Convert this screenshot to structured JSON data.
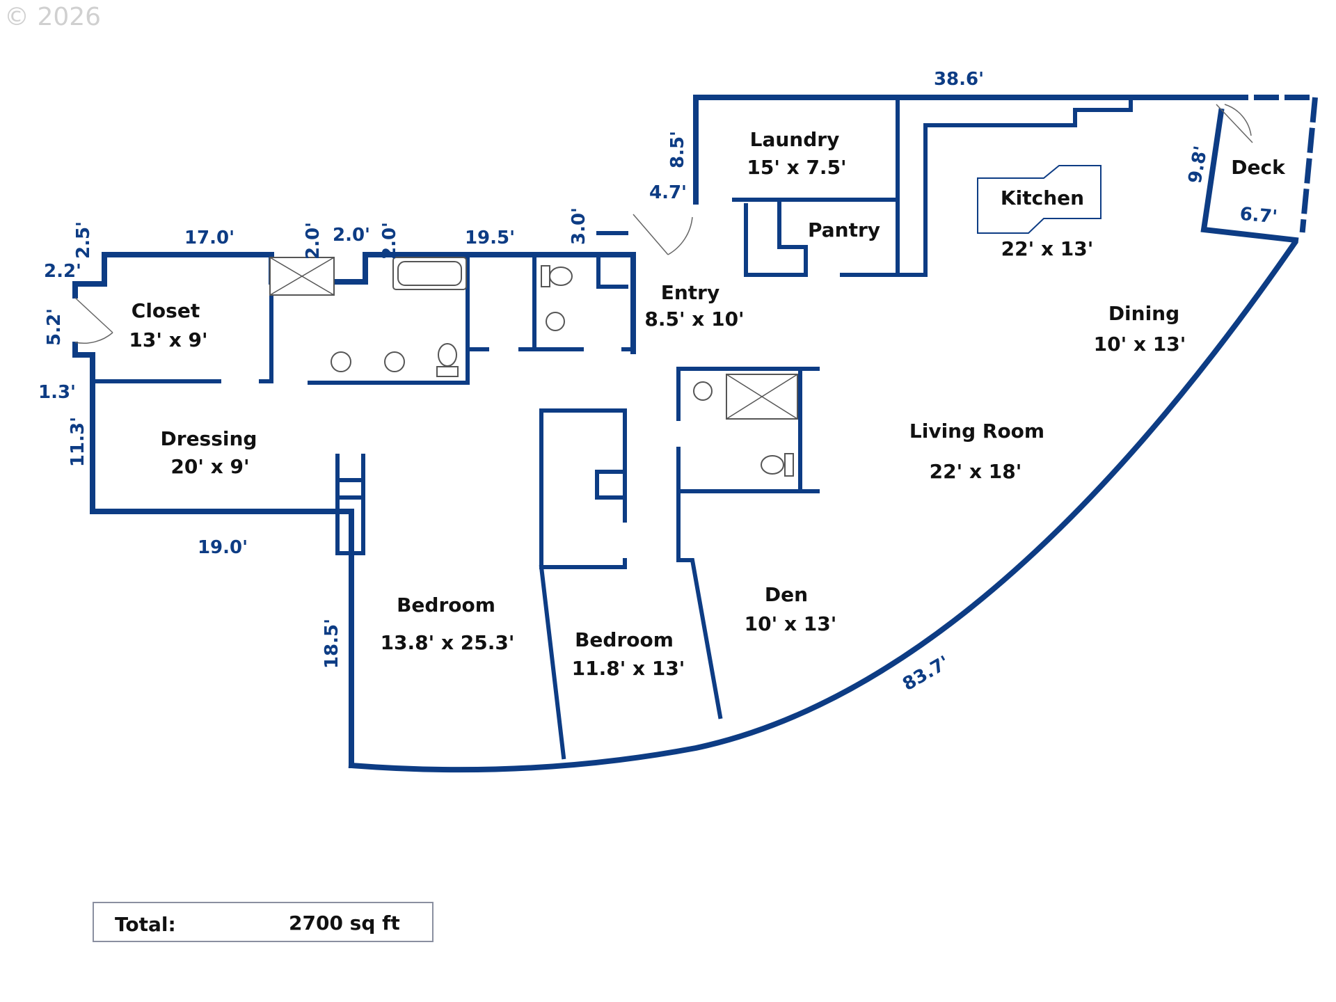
{
  "copyright": "© 2026",
  "rooms": {
    "closet": {
      "name": "Closet",
      "size": "13' x 9'"
    },
    "dressing": {
      "name": "Dressing",
      "size": "20' x 9'"
    },
    "laundry": {
      "name": "Laundry",
      "size": "15' x 7.5'"
    },
    "pantry": {
      "name": "Pantry"
    },
    "kitchen": {
      "name": "Kitchen",
      "size": "22' x 13'"
    },
    "deck": {
      "name": "Deck"
    },
    "entry": {
      "name": "Entry",
      "size": "8.5' x 10'"
    },
    "dining": {
      "name": "Dining",
      "size": "10' x 13'"
    },
    "living": {
      "name": "Living Room",
      "size": "22' x 18'"
    },
    "den": {
      "name": "Den",
      "size": "10' x 13'"
    },
    "bedroom1": {
      "name": "Bedroom",
      "size": "13.8' x 25.3'"
    },
    "bedroom2": {
      "name": "Bedroom",
      "size": "11.8' x 13'"
    }
  },
  "dimensions": {
    "d17_0": "17.0'",
    "d2_0a": "2.0'",
    "d2_0b": "2.0'",
    "d2_0c": "2.0'",
    "d19_5": "19.5'",
    "d3_0": "3.0'",
    "d4_7": "4.7'",
    "d8_5": "8.5'",
    "d38_6": "38.6'",
    "d9_8": "9.8'",
    "d6_7": "6.7'",
    "d2_5": "2.5'",
    "d2_2": "2.2'",
    "d5_2": "5.2'",
    "d1_3": "1.3'",
    "d11_3": "11.3'",
    "d19_0": "19.0'",
    "d18_5": "18.5'",
    "d83_7": "83.7'"
  },
  "total": {
    "label": "Total:",
    "value": "2700 sq ft"
  },
  "colors": {
    "wall": "#0d3c84",
    "dimension_text": "#0d3c84",
    "label_text": "#111111"
  }
}
